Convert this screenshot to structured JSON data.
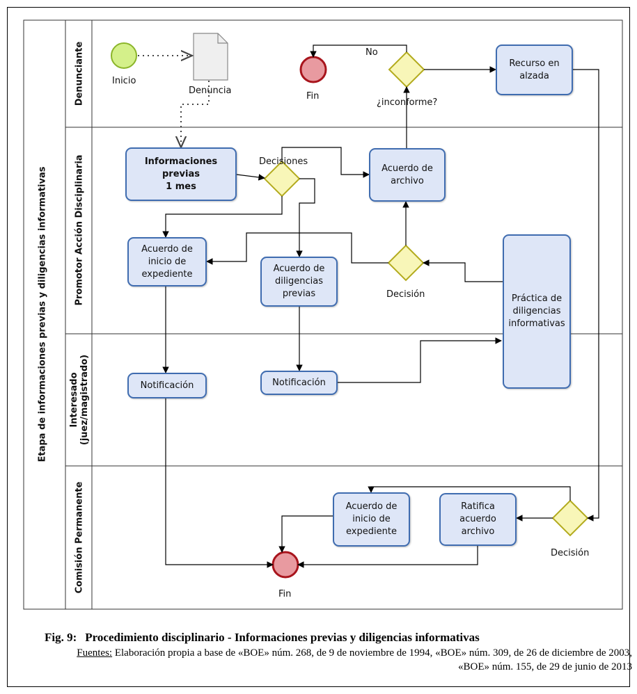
{
  "pool": {
    "title": "Etapa de informaciones previas y diligencias informativas"
  },
  "lanes": {
    "denunciante": "Denunciante",
    "promotor": "Promotor  Acción Disciplinaria",
    "interesado": "Interesado\n(juez/magistrado)",
    "comision": "Comisión Permanente"
  },
  "events": {
    "inicio": "Inicio",
    "fin_top": "Fin",
    "fin_bottom": "Fin"
  },
  "documents": {
    "denuncia": "Denuncia"
  },
  "tasks": {
    "recurso": "Recurso en\nalzada",
    "info_previas": "Informaciones previas\n1 mes",
    "acuerdo_archivo": "Acuerdo de\narchivo",
    "acuerdo_inicio": "Acuerdo de\ninicio de\nexpediente",
    "acuerdo_diligencias": "Acuerdo de\ndiligencias\nprevias",
    "practica": "Práctica de\ndiligencias\ninformativas",
    "notificacion_1": "Notificación",
    "notificacion_2": "Notificación",
    "acuerdo_inicio_cp": "Acuerdo de\ninicio de\nexpediente",
    "ratifica": "Ratifica\nacuerdo\narchivo"
  },
  "gateways": {
    "inconforme": "¿inconforme?",
    "decisiones": "Decisiones",
    "decision_mid": "Decisión",
    "decision_bottom": "Decisión"
  },
  "flow_labels": {
    "no": "No"
  },
  "caption": {
    "fig_number": "Fig. 9:",
    "fig_title": "Procedimiento disciplinario - Informaciones previas y diligencias informativas",
    "sources_label": "Fuentes:",
    "sources_text": " Elaboración propia a base de «BOE» núm. 268, de 9 de noviembre de 1994, «BOE» núm. 309, de 26 de diciembre de 2003, «BOE» núm. 155, de 29 de junio de 2013"
  },
  "colors": {
    "task_fill": "#dee6f7",
    "task_border": "#3f6cb0",
    "start_fill": "#d4f08a",
    "end_fill": "#e89aa0",
    "gateway_fill": "#f8f6b8"
  }
}
